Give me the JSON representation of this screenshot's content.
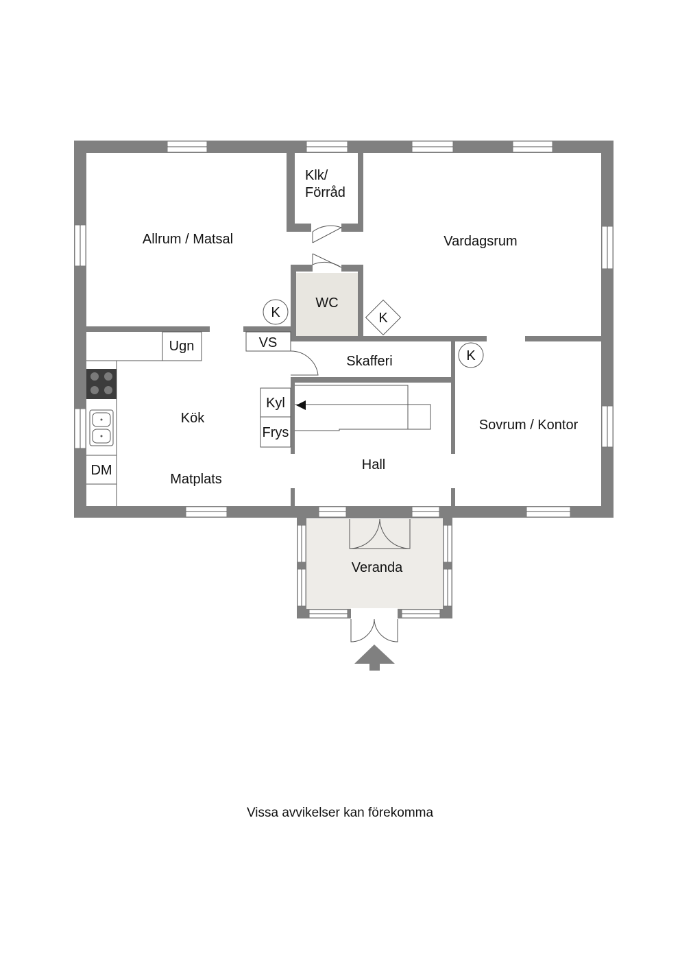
{
  "rooms": {
    "allrum": "Allrum / Matsal",
    "klk": [
      "Klk/",
      "Förråd"
    ],
    "vardagsrum": "Vardagsrum",
    "wc": "WC",
    "skafferi": "Skafferi",
    "kok": "Kök",
    "matplats": "Matplats",
    "hall": "Hall",
    "sovrum": "Sovrum / Kontor",
    "veranda": "Veranda"
  },
  "fixtures": {
    "ugn": "Ugn",
    "vs": "VS",
    "kyl": "Kyl",
    "frys": "Frys",
    "dm": "DM",
    "k1": "K",
    "k2": "K",
    "k3": "K"
  },
  "colors": {
    "wall": "#808080",
    "wc_floor": "#e8e6e0",
    "veranda_floor": "#eeece8",
    "cooktop": "#3c3c3c"
  },
  "icons": {
    "entrance": "entrance-arrow-icon",
    "sink": "sink-icon",
    "cooktop": "cooktop-icon"
  },
  "disclaimer": "Vissa avvikelser kan förekomma"
}
